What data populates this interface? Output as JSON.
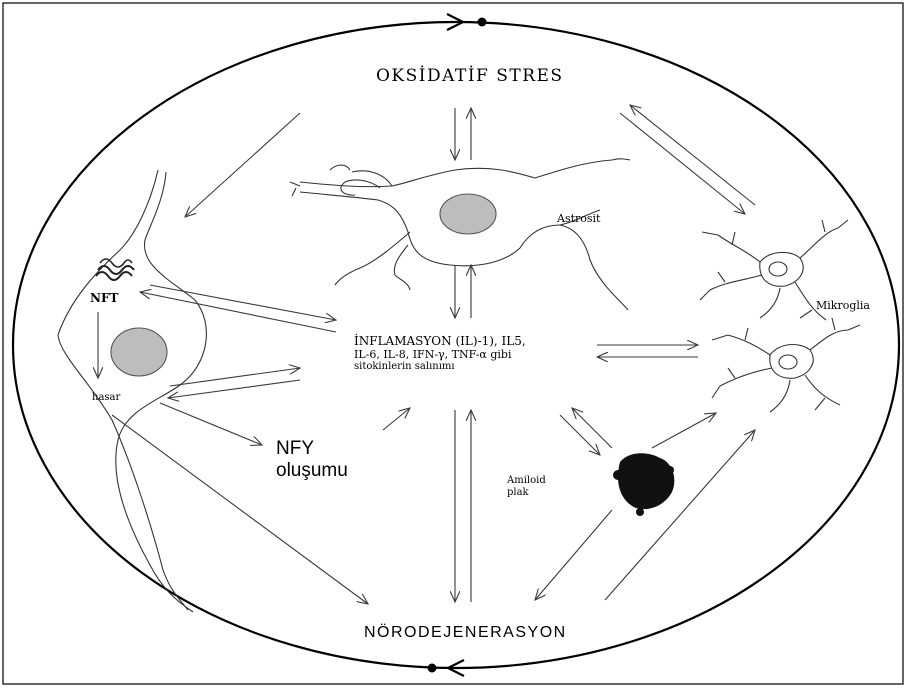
{
  "labels": {
    "oxidative_stress": "OKSİDATİF STRES",
    "astrocyte": "Astrosit",
    "microglia": "Mikroglia",
    "nft": "NFT",
    "damage": "hasar",
    "inflammation_line1": "İNFLAMASYON (IL)-1), IL5,",
    "inflammation_line2": "IL-6, IL-8, IFN-γ, TNF-α gibi",
    "inflammation_line3": "sitokinlerin salınımı",
    "nfy_line1": "NFY",
    "nfy_line2": "oluşumu",
    "amyloid_line1": "Amiloid",
    "amyloid_line2": "plak",
    "neurodegeneration": "NÖRODEJENERASYON"
  },
  "colors": {
    "ink": "#000000",
    "stroke": "#3a3a3a",
    "nucleus_fill": "#bdbdbd",
    "background": "#ffffff"
  }
}
